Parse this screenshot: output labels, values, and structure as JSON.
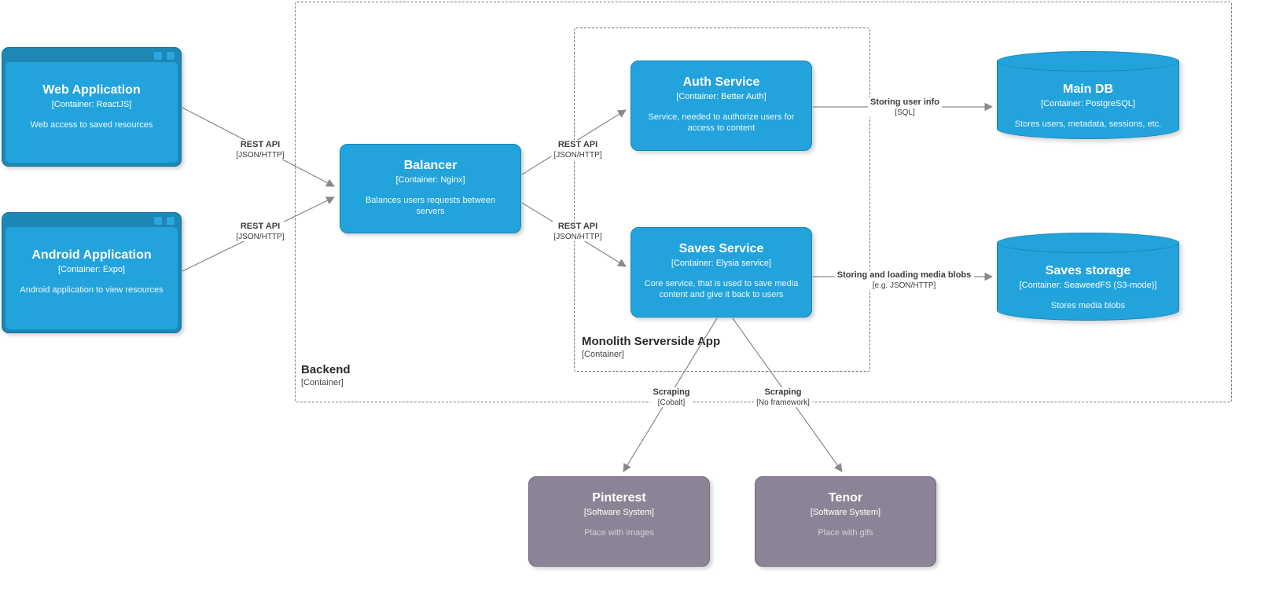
{
  "colors": {
    "container_fill": "#23a3dc",
    "container_border": "#1b83b2",
    "external_fill": "#8c8496",
    "external_border": "#746c80",
    "edge": "#8a8a8a",
    "boundary_border": "#777777"
  },
  "boundaries": {
    "backend": {
      "title": "Backend",
      "subtitle": "[Container]"
    },
    "monolith": {
      "title": "Monolith Serverside App",
      "subtitle": "[Container]"
    }
  },
  "nodes": {
    "web_app": {
      "title": "Web Application",
      "subtitle": "[Container: ReactJS]",
      "description": "Web access to saved resources"
    },
    "android_app": {
      "title": "Android Application",
      "subtitle": "[Container: Expo]",
      "description": "Android application to view resources"
    },
    "balancer": {
      "title": "Balancer",
      "subtitle": "[Container: Nginx]",
      "description": "Balances users requests between servers"
    },
    "auth_service": {
      "title": "Auth Service",
      "subtitle": "[Container: Better Auth]",
      "description": "Service, needed to authorize users for access to content"
    },
    "saves_service": {
      "title": "Saves Service",
      "subtitle": "[Container: Elysia service]",
      "description": "Core service, that is used to save media content and give it back to users"
    },
    "main_db": {
      "title": "Main DB",
      "subtitle": "[Container: PostgreSQL]",
      "description": "Stores users, metadata, sessions, etc."
    },
    "saves_storage": {
      "title": "Saves storage",
      "subtitle": "[Container: SeaweedFS (S3-mode)]",
      "description": "Stores media blobs"
    },
    "pinterest": {
      "title": "Pinterest",
      "subtitle": "[Software System]",
      "description": "Place with images"
    },
    "tenor": {
      "title": "Tenor",
      "subtitle": "[Software System]",
      "description": "Place with gifs"
    }
  },
  "edges": {
    "web_to_balancer": {
      "label": "REST API",
      "sub": "[JSON/HTTP]"
    },
    "android_to_balancer": {
      "label": "REST API",
      "sub": "[JSON/HTTP]"
    },
    "balancer_to_auth": {
      "label": "REST API",
      "sub": "[JSON/HTTP]"
    },
    "balancer_to_saves": {
      "label": "REST API",
      "sub": "[JSON/HTTP]"
    },
    "auth_to_maindb": {
      "label": "Storing user info",
      "sub": "[SQL]"
    },
    "saves_to_storage": {
      "label": "Storing and loading media blobs",
      "sub": "[e.g. JSON/HTTP]"
    },
    "saves_to_pinterest": {
      "label": "Scraping",
      "sub": "[Cobalt]"
    },
    "saves_to_tenor": {
      "label": "Scraping",
      "sub": "[No framework]"
    }
  }
}
